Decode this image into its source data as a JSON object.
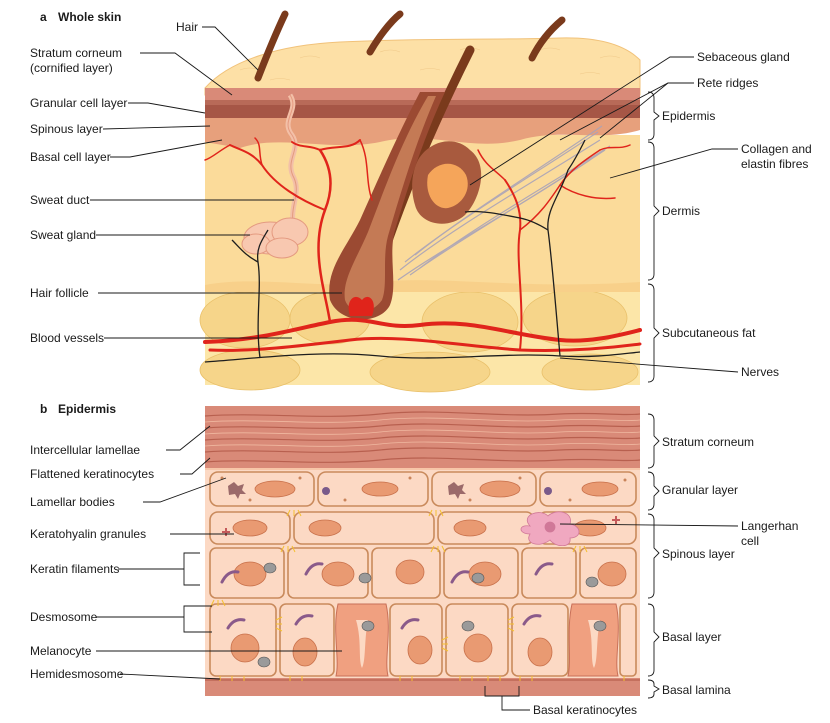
{
  "panel_a": {
    "letter": "a",
    "title": "Whole skin",
    "left_labels": [
      "Hair",
      "Stratum corneum",
      "(cornified layer)",
      "Granular cell layer",
      "Spinous layer",
      "Basal cell layer",
      "Sweat duct",
      "Sweat gland",
      "Hair follicle",
      "Blood vessels"
    ],
    "right_labels": [
      "Sebaceous gland",
      "Rete ridges",
      "Collagen and",
      "elastin fibres",
      "Nerves"
    ],
    "brackets": [
      "Epidermis",
      "Dermis",
      "Subcutaneous fat"
    ]
  },
  "panel_b": {
    "letter": "b",
    "title": "Epidermis",
    "left_labels": [
      "Intercellular lamellae",
      "Flattened keratinocytes",
      "Lamellar bodies",
      "Keratohyalin granules",
      "Keratin filaments",
      "Desmosome",
      "Melanocyte",
      "Hemidesmosome"
    ],
    "right_labels": [
      "Langerhan",
      "cell"
    ],
    "brackets": [
      "Stratum corneum",
      "Granular layer",
      "Spinous layer",
      "Basal layer",
      "Basal lamina"
    ],
    "bottom_label": "Basal keratinocytes"
  },
  "colors": {
    "epidermis_pink": "#d98a78",
    "epidermis_dark": "#a85a4a",
    "dermis": "#fbdb9a",
    "fat": "#fce6a8",
    "vessel": "#e0241b",
    "hair": "#7a3a1c",
    "cell_fill": "#fcd9c4",
    "nucleus": "#e99a72"
  }
}
